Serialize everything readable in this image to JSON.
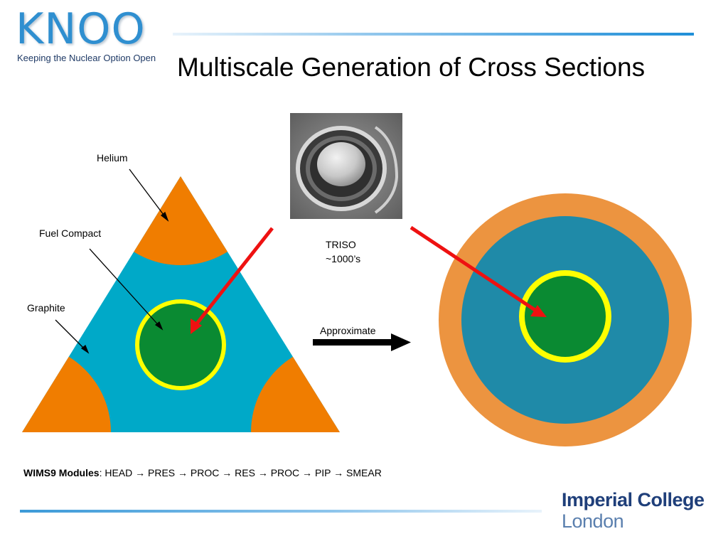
{
  "logo": {
    "name": "KNOO",
    "tagline": "Keeping the Nuclear Option Open"
  },
  "title": "Multiscale Generation of Cross Sections",
  "labels": {
    "helium": "Helium",
    "fuel_compact": "Fuel Compact",
    "graphite": "Graphite",
    "triso": "TRISO",
    "triso_count": "~1000’s",
    "approximate": "Approximate"
  },
  "modules": {
    "heading": "WIMS9 Modules",
    "sequence": ":  HEAD → PRES → PROC → RES → PROC → PIP → SMEAR"
  },
  "footer": {
    "college_line1": "Imperial College",
    "college_line2": "London"
  },
  "colors": {
    "helium_orange": "#f07d00",
    "graphite_blue": "#00a9c8",
    "fuel_green": "#0a8a32",
    "ring_yellow": "#ffff00",
    "arrow_red": "#ee1111",
    "outer_orange": "#ec9440",
    "inner_blue": "#1f8aa8"
  }
}
